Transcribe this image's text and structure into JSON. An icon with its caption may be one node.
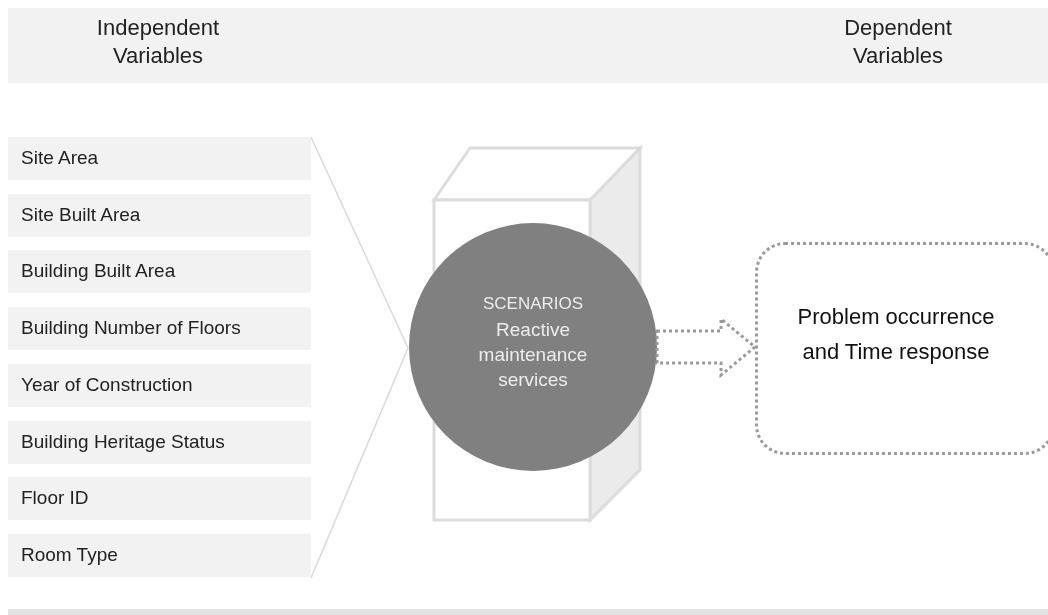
{
  "diagram": {
    "nodes": [
      {
        "text": [
          "Independent Variables",
          "Dependent Variables"
        ]
      },
      {
        "text": [
          "Site Area"
        ]
      },
      {
        "text": [
          "Site Built Area"
        ]
      },
      {
        "text": [
          "Building Built Area"
        ]
      },
      {
        "text": [
          "Building Number of Floors"
        ]
      },
      {
        "text": [
          "Year of Construction"
        ]
      },
      {
        "text": [
          "Building Heritage Status"
        ]
      },
      {
        "text": [
          "Floor ID"
        ]
      },
      {
        "text": [
          "Room Type"
        ]
      },
      {
        "text": [
          "SCENARIOS",
          "Reactive maintenance services"
        ]
      },
      {
        "text": [
          "Problem occurrence and Time response"
        ]
      }
    ],
    "edges": [
      {
        "from": 9,
        "to": 10,
        "arrow": "to",
        "style": "dashed"
      }
    ]
  }
}
